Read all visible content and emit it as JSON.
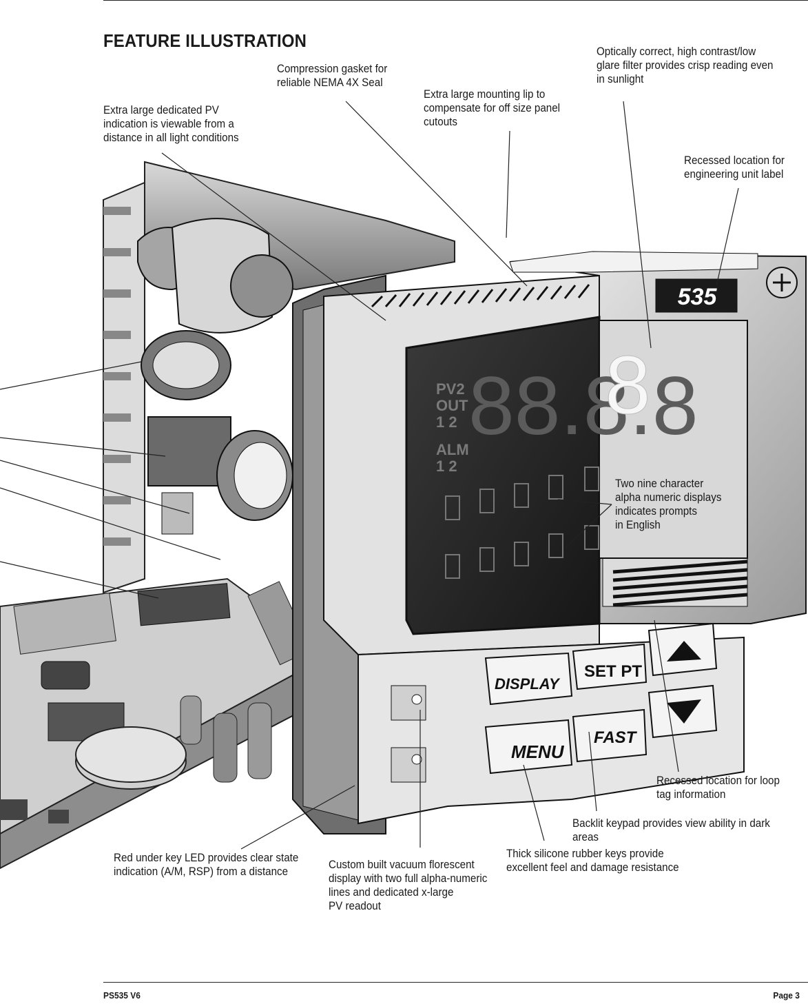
{
  "heading": "FEATURE ILLUSTRATION",
  "callouts": {
    "gasket": "Compression gasket for\nreliable NEMA 4X Seal",
    "filter": "Optically correct, high contrast/low\nglare filter provides crisp reading even\nin sunlight",
    "mounting_lip": "Extra large mounting lip to\ncompensate for off size panel\ncutouts",
    "pv_indication": "Extra large dedicated PV\nindication is viewable from a\ndistance in all light conditions",
    "unit_label": "Recessed location for\nengineering unit label",
    "alpha_displays": "Two nine character\nalpha numeric displays\nindicates prompts\nin English",
    "loop_tag": "Recessed location for loop\ntag information",
    "backlit": "Backlit keypad provides view ability in dark areas",
    "red_led": "Red under key LED provides clear state\nindication (A/M, RSP) from a distance",
    "vfd": "Custom built vacuum florescent\ndisplay with two full alpha-numeric\nlines and dedicated x-large\nPV readout",
    "keys": "Thick silicone rubber keys provide\nexcellent feel and damage resistance"
  },
  "device": {
    "model_label": "535",
    "indicators": [
      "PV2",
      "OUT",
      "1 2",
      "ALM",
      "1 2"
    ],
    "pv_digits": "88.8.8",
    "keys": {
      "display": "DISPLAY",
      "setpt": "SET PT",
      "menu": "MENU",
      "fast": "FAST",
      "up": "up-arrow-icon",
      "down": "down-arrow-icon"
    }
  },
  "footer": {
    "left": "PS535 V6",
    "right": "Page 3"
  }
}
